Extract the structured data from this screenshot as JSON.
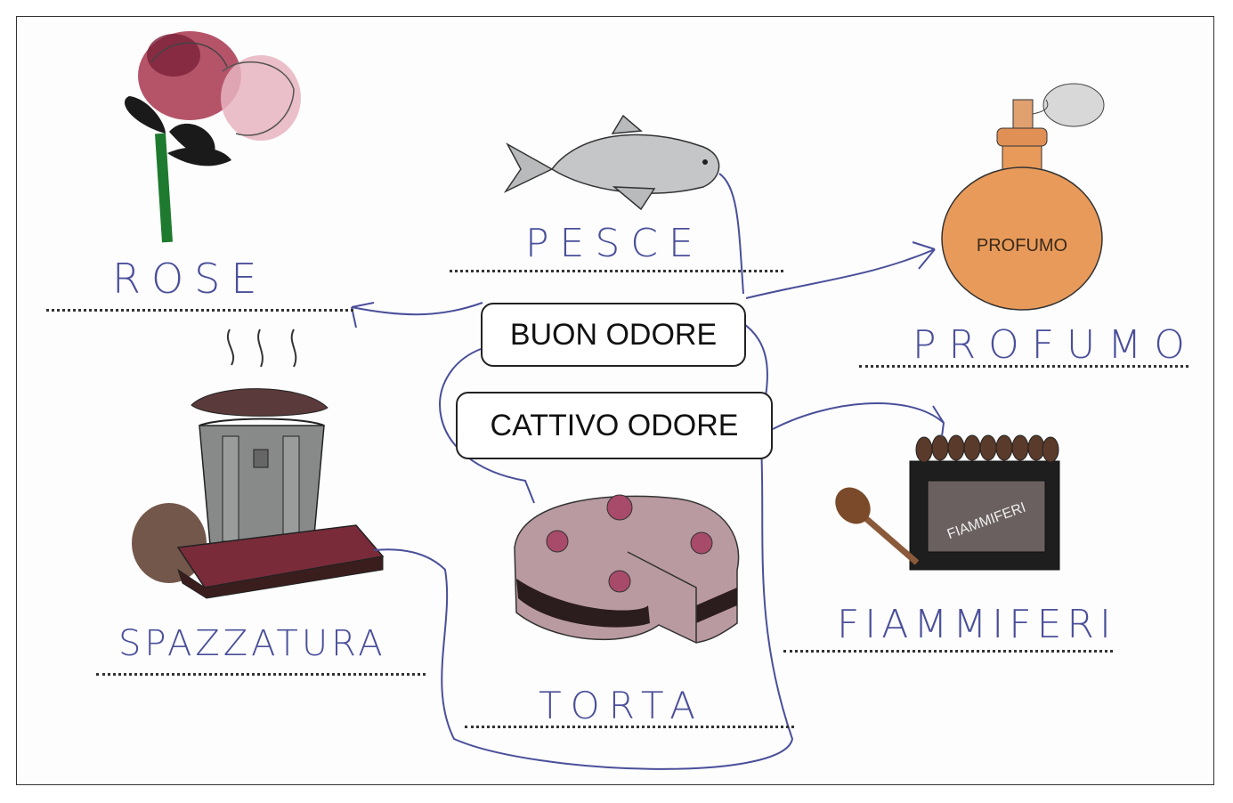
{
  "boxes": {
    "good": "BUON ODORE",
    "bad": "CATTIVO ODORE"
  },
  "printed_labels": {
    "perfume_bottle": "PROFUMO",
    "matchbox": "FIAMMIFERI"
  },
  "answers": {
    "rose": "ROSE",
    "fish": "PESCE",
    "perfume": "PROFUMO",
    "garbage": "SPAZZATURA",
    "cake": "TORTA",
    "matches": "FIAMMIFERI"
  },
  "icons": [
    "rose-icon",
    "fish-icon",
    "perfume-bottle-icon",
    "garbage-bin-icon",
    "cake-icon",
    "matchbox-icon"
  ],
  "colors": {
    "pen": "#4a4f9a",
    "rose": "#a8364f",
    "leaf": "#1a1a1a",
    "stem": "#1e7a2e",
    "perfume": "#e89a5a",
    "fish": "#c4c6c8",
    "cake_frosting": "#b99aa0",
    "cake_layer": "#2b1d1d"
  }
}
